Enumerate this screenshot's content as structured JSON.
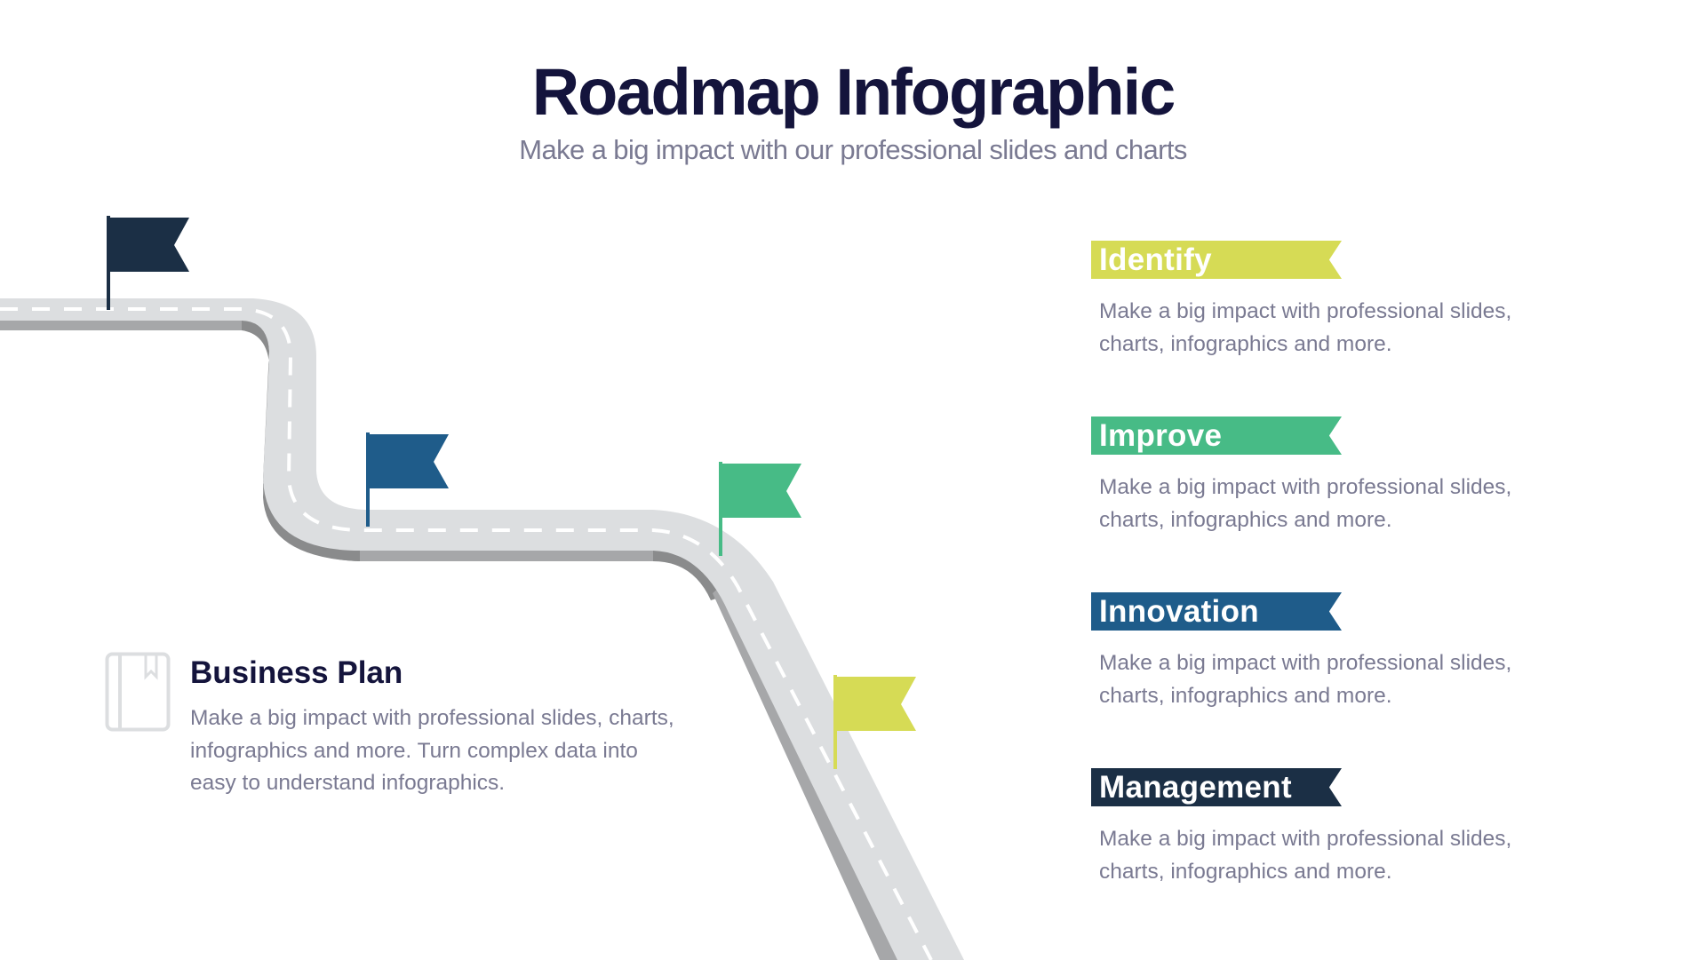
{
  "header": {
    "title": "Roadmap Infographic",
    "subtitle": "Make a big impact with our professional slides and charts"
  },
  "roadmap": {
    "flags": [
      {
        "name": "flag-1",
        "color": "#1b2f45"
      },
      {
        "name": "flag-2",
        "color": "#1f5c8a"
      },
      {
        "name": "flag-3",
        "color": "#47bb86"
      },
      {
        "name": "flag-4",
        "color": "#d6db55"
      }
    ],
    "road_colors": {
      "surface": "#dcdee0",
      "shadow": "#a6a7a9",
      "shadow_dark": "#8a8b8c",
      "lane": "#ffffff"
    }
  },
  "steps": [
    {
      "label": "Identify",
      "color": "#d6db55",
      "description": "Make a big impact with professional slides, charts, infographics and more."
    },
    {
      "label": "Improve",
      "color": "#47bb86",
      "description": "Make a big impact with professional slides, charts, infographics and more."
    },
    {
      "label": "Innovation",
      "color": "#1f5c8a",
      "description": "Make a big impact with professional slides, charts, infographics and more."
    },
    {
      "label": "Management",
      "color": "#1b2f45",
      "description": "Make a big impact with professional slides, charts, infographics and more."
    }
  ],
  "business_plan": {
    "icon": "book-bookmark-icon",
    "title": "Business Plan",
    "description": "Make a big impact with professional slides, charts, infographics and more. Turn complex data into easy to understand infographics."
  }
}
